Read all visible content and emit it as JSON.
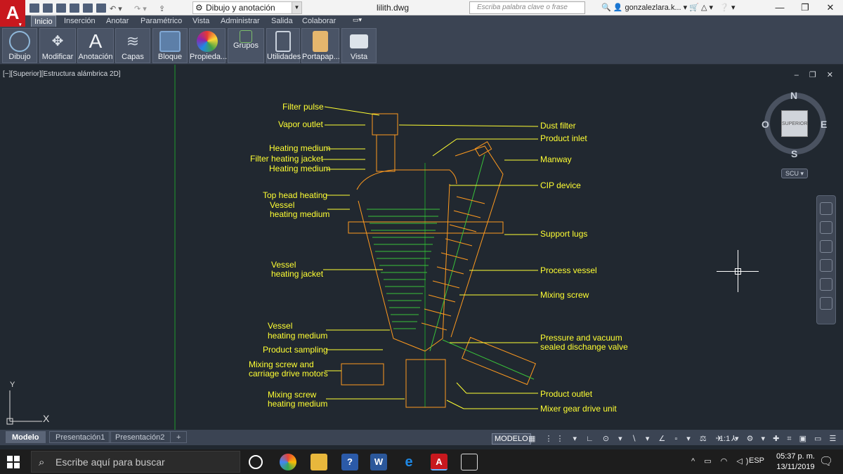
{
  "app": {
    "logo_letter": "A",
    "workspace": "Dibujo y anotación",
    "document_title": "lilith.dwg",
    "search_placeholder": "Escriba palabra clave o frase",
    "user": "gonzalezlara.k...",
    "window_controls": [
      "—",
      "❐",
      "✕"
    ]
  },
  "ribbon_tabs": [
    "Inicio",
    "Inserción",
    "Anotar",
    "Paramétrico",
    "Vista",
    "Administrar",
    "Salida",
    "Colaborar"
  ],
  "ribbon_panels": [
    {
      "label": "Dibujo",
      "icon": "line-circle-icon",
      "color": "#8fb7d9"
    },
    {
      "label": "Modificar",
      "icon": "move-icon",
      "color": "#6d7b91"
    },
    {
      "label": "Anotación",
      "icon": "text-A-icon",
      "color": "#dde3ea"
    },
    {
      "label": "Capas",
      "icon": "layers-icon",
      "color": "#c9d1dc"
    },
    {
      "label": "Bloque",
      "icon": "block-icon",
      "color": "#7fa6d2"
    },
    {
      "label": "Propieda...",
      "icon": "color-wheel-icon",
      "color": "#e05a8a"
    },
    {
      "label": "Grupos",
      "icon": "groups-icon",
      "color": "#7dbf6b"
    },
    {
      "label": "Utilidades",
      "icon": "calculator-icon",
      "color": "#c9d1dc"
    },
    {
      "label": "Portapap...",
      "icon": "clipboard-icon",
      "color": "#e5b66d"
    },
    {
      "label": "Vista",
      "icon": "view-icon",
      "color": "#dde3ea"
    }
  ],
  "viewport": {
    "label": "[−][Superior][Estructura alámbrica 2D]",
    "controls": "– ❐ ✕"
  },
  "drawing_labels": {
    "left": [
      "Filter pulse",
      "Vapor outlet",
      "Heating medium",
      "Filter heating jacket",
      "Heating medium",
      "Top head heating",
      "Vessel",
      "heating medium",
      "Vessel",
      "heating jacket",
      "Vessel",
      "heating medium",
      "Product sampling",
      "Mixing screw and",
      "carriage drive motors",
      "Mixing screw",
      "heating medium"
    ],
    "right": [
      "Dust filter",
      "Product inlet",
      "Manway",
      "CIP device",
      "Support lugs",
      "Process vessel",
      "Mixing screw",
      "Pressure and vacuum",
      "sealed dischange valve",
      "Product outlet",
      "Mixer gear drive unit"
    ]
  },
  "viewcube": {
    "n": "N",
    "s": "S",
    "e": "E",
    "w": "O",
    "face": "SUPERIOR",
    "ucs": "SCU"
  },
  "ucs_icon": {
    "y": "Y",
    "x": "X"
  },
  "layouts": {
    "tabs": [
      "Modelo",
      "Presentación1",
      "Presentación2"
    ],
    "add": "+"
  },
  "statusbar": {
    "model": "MODELO",
    "scale": "1:1"
  },
  "taskbar": {
    "search": "Escribe aquí para buscar",
    "lang": "ESP",
    "time": "05:37 p. m.",
    "date": "13/11/2019"
  }
}
